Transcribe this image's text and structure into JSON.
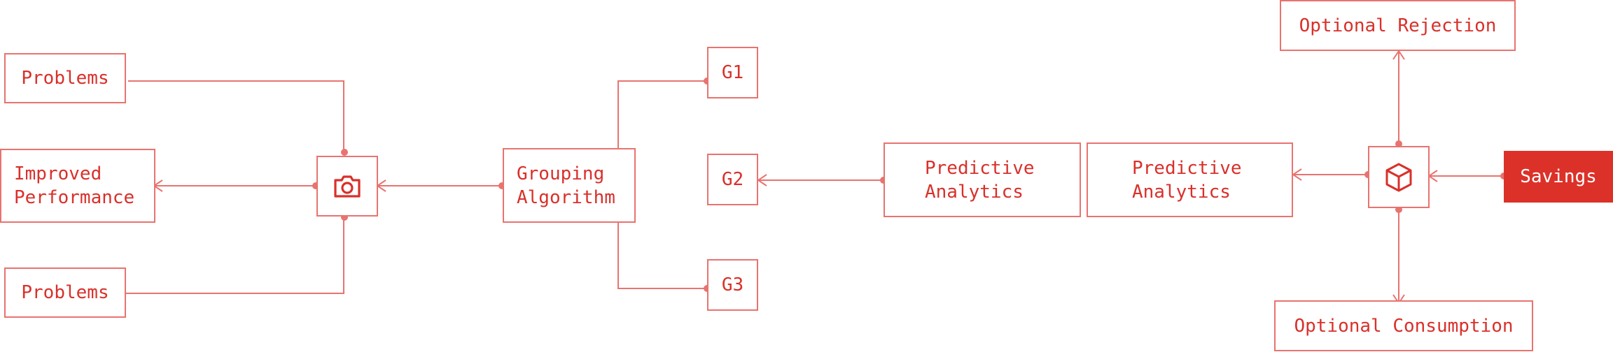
{
  "colors": {
    "stroke": "#e8736f",
    "text": "#d9302a",
    "accent_fill": "#dc3129",
    "background": "#ffffff"
  },
  "nodes": {
    "problems_top": "Problems",
    "improved_performance": "Improved\nPerformance",
    "problems_bottom": "Problems",
    "camera_hub": "camera-icon",
    "grouping_algorithm": "Grouping\nAlgorithm",
    "g1": "G1",
    "g2": "G2",
    "g3": "G3",
    "predictive_analytics_1": "Predictive\nAnalytics",
    "predictive_analytics_2": "Predictive\nAnalytics",
    "cube_hub": "cube-icon",
    "optional_rejection": "Optional Rejection",
    "optional_consumption": "Optional Consumption",
    "savings": "Savings"
  }
}
